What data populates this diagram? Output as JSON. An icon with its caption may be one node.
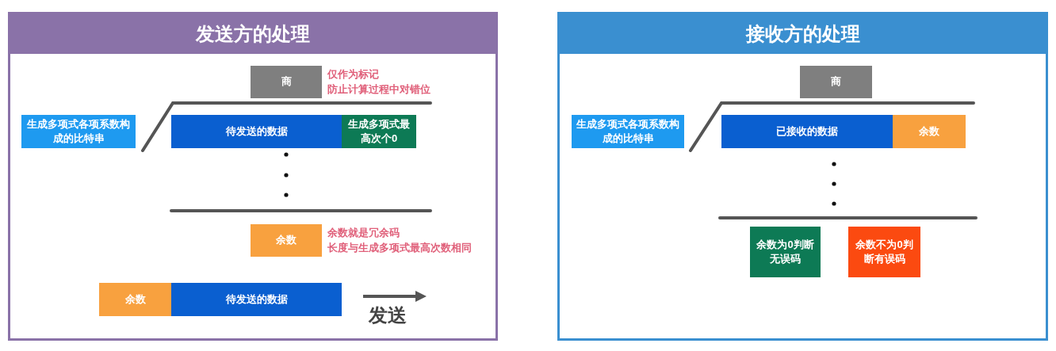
{
  "diagram": {
    "nodes": [
      {
        "text": [
          "发送方的处理"
        ]
      },
      {
        "text": [
          "商"
        ],
        "in": 0,
        "beside": [
          "仅作为标记",
          "防止计算过程中对错位"
        ]
      },
      {
        "text": [
          "生成多项式各项系数构成的比特串"
        ],
        "in": 0
      },
      {
        "text": [
          "待发送的数据"
        ],
        "in": 0
      },
      {
        "text": [
          "生成多项式最高次个0"
        ],
        "in": 0
      },
      {
        "text": [
          "余数"
        ],
        "in": 0,
        "beside": [
          "余数就是冗余码",
          "长度与生成多项式最高次数相同"
        ]
      },
      {
        "text": [
          "余数"
        ],
        "in": 0
      },
      {
        "text": [
          "待发送的数据"
        ],
        "in": 0
      },
      {
        "text": [
          "接收方的处理"
        ]
      },
      {
        "text": [
          "商"
        ],
        "in": 8
      },
      {
        "text": [
          "生成多项式各项系数构成的比特串"
        ],
        "in": 8
      },
      {
        "text": [
          "已接收的数据"
        ],
        "in": 8
      },
      {
        "text": [
          "余数"
        ],
        "in": 8
      },
      {
        "text": [
          "余数为0判断无误码"
        ],
        "in": 8
      },
      {
        "text": [
          "余数不为0判断有误码"
        ],
        "in": 8
      }
    ],
    "edges": [],
    "labels": [
      "发送"
    ]
  }
}
